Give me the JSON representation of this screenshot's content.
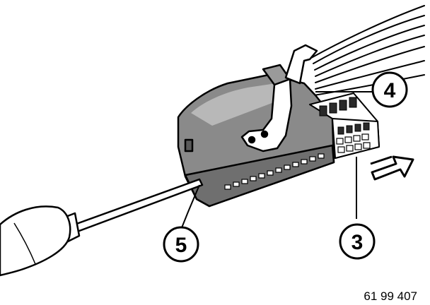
{
  "callouts": {
    "a": "4",
    "b": "5",
    "c": "3"
  },
  "reference_number": "61 99 407"
}
